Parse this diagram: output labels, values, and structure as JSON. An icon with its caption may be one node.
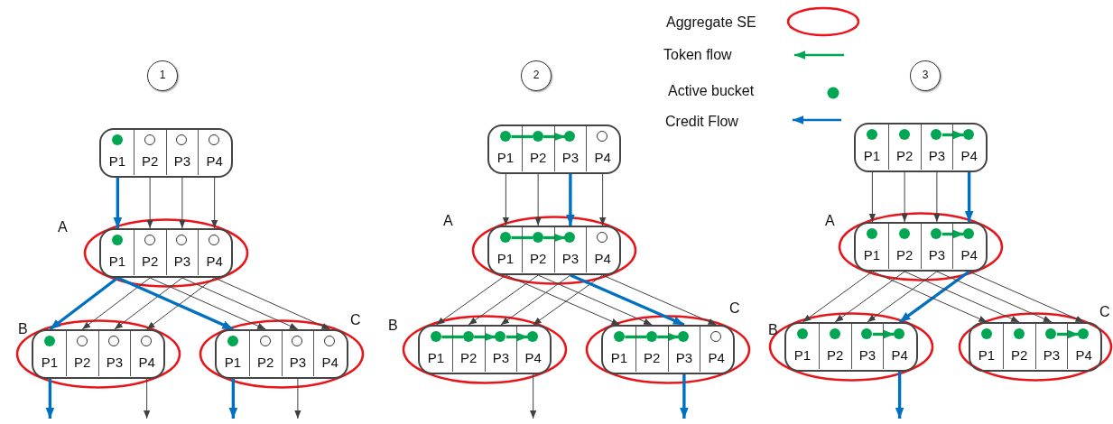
{
  "diagram": {
    "nodes": [
      {
        "text": [
          "1"
        ]
      },
      {
        "text": [],
        "shape": "box"
      },
      {
        "text": [
          "P1"
        ],
        "in": 1
      },
      {
        "text": [
          "P2"
        ],
        "in": 1
      },
      {
        "text": [
          "P3"
        ],
        "in": 1
      },
      {
        "text": [
          "P4"
        ],
        "in": 1
      },
      {
        "text": [],
        "shape": "box",
        "beside": [
          "A"
        ]
      },
      {
        "text": [
          "P1"
        ],
        "in": 6
      },
      {
        "text": [
          "P2"
        ],
        "in": 6
      },
      {
        "text": [
          "P3"
        ],
        "in": 6
      },
      {
        "text": [
          "P4"
        ],
        "in": 6
      },
      {
        "text": [],
        "shape": "box",
        "beside": [
          "B"
        ]
      },
      {
        "text": [
          "P1"
        ],
        "in": 11
      },
      {
        "text": [
          "P2"
        ],
        "in": 11
      },
      {
        "text": [
          "P3"
        ],
        "in": 11
      },
      {
        "text": [
          "P4"
        ],
        "in": 11
      },
      {
        "text": [],
        "shape": "box",
        "beside": [
          "C"
        ]
      },
      {
        "text": [
          "P1"
        ],
        "in": 16
      },
      {
        "text": [
          "P2"
        ],
        "in": 16
      },
      {
        "text": [
          "P3"
        ],
        "in": 16
      },
      {
        "text": [
          "P4"
        ],
        "in": 16
      },
      {
        "text": [],
        "shape": "dot",
        "in": 2
      },
      {
        "text": [],
        "shape": "circle",
        "in": 3
      },
      {
        "text": [],
        "shape": "circle",
        "in": 4
      },
      {
        "text": [],
        "shape": "circle",
        "in": 5
      },
      {
        "text": [],
        "shape": "dot",
        "in": 7
      },
      {
        "text": [],
        "shape": "circle",
        "in": 8
      },
      {
        "text": [],
        "shape": "circle",
        "in": 9
      },
      {
        "text": [],
        "shape": "circle",
        "in": 10
      },
      {
        "text": [],
        "shape": "dot",
        "in": 12
      },
      {
        "text": [],
        "shape": "circle",
        "in": 13
      },
      {
        "text": [],
        "shape": "circle",
        "in": 14
      },
      {
        "text": [],
        "shape": "circle",
        "in": 15
      },
      {
        "text": [],
        "shape": "dot",
        "in": 17
      },
      {
        "text": [],
        "shape": "circle",
        "in": 18
      },
      {
        "text": [],
        "shape": "circle",
        "in": 19
      },
      {
        "text": [],
        "shape": "circle",
        "in": 20
      },
      {
        "text": [
          "2"
        ]
      },
      {
        "text": [],
        "shape": "box"
      },
      {
        "text": [
          "P1"
        ],
        "in": 38
      },
      {
        "text": [
          "P2"
        ],
        "in": 38
      },
      {
        "text": [
          "P3"
        ],
        "in": 38
      },
      {
        "text": [
          "P4"
        ],
        "in": 38
      },
      {
        "text": [],
        "shape": "box",
        "beside": [
          "A"
        ]
      },
      {
        "text": [
          "P1"
        ],
        "in": 43
      },
      {
        "text": [
          "P2"
        ],
        "in": 43
      },
      {
        "text": [
          "P3"
        ],
        "in": 43
      },
      {
        "text": [
          "P4"
        ],
        "in": 43
      },
      {
        "text": [],
        "shape": "box",
        "beside": [
          "B"
        ]
      },
      {
        "text": [
          "P1"
        ],
        "in": 48
      },
      {
        "text": [
          "P2"
        ],
        "in": 48
      },
      {
        "text": [
          "P3"
        ],
        "in": 48
      },
      {
        "text": [
          "P4"
        ],
        "in": 48
      },
      {
        "text": [],
        "shape": "box",
        "beside": [
          "C"
        ]
      },
      {
        "text": [
          "P1"
        ],
        "in": 53
      },
      {
        "text": [
          "P2"
        ],
        "in": 53
      },
      {
        "text": [
          "P3"
        ],
        "in": 53
      },
      {
        "text": [
          "P4"
        ],
        "in": 53
      },
      {
        "text": [],
        "shape": "dot",
        "in": 39
      },
      {
        "text": [],
        "shape": "dot",
        "in": 40
      },
      {
        "text": [],
        "shape": "dot",
        "in": 41
      },
      {
        "text": [],
        "shape": "circle",
        "in": 42
      },
      {
        "text": [],
        "shape": "dot",
        "in": 44
      },
      {
        "text": [],
        "shape": "dot",
        "in": 45
      },
      {
        "text": [],
        "shape": "dot",
        "in": 46
      },
      {
        "text": [],
        "shape": "circle",
        "in": 47
      },
      {
        "text": [],
        "shape": "dot",
        "in": 49
      },
      {
        "text": [],
        "shape": "dot",
        "in": 50
      },
      {
        "text": [],
        "shape": "dot",
        "in": 51
      },
      {
        "text": [],
        "shape": "dot",
        "in": 52
      },
      {
        "text": [],
        "shape": "dot",
        "in": 54
      },
      {
        "text": [],
        "shape": "dot",
        "in": 55
      },
      {
        "text": [],
        "shape": "dot",
        "in": 56
      },
      {
        "text": [],
        "shape": "circle",
        "in": 57
      },
      {
        "text": [
          "3"
        ]
      },
      {
        "text": [],
        "shape": "box"
      },
      {
        "text": [
          "P1"
        ],
        "in": 75
      },
      {
        "text": [
          "P2"
        ],
        "in": 75
      },
      {
        "text": [
          "P3"
        ],
        "in": 75
      },
      {
        "text": [
          "P4"
        ],
        "in": 75
      },
      {
        "text": [],
        "shape": "box",
        "beside": [
          "A"
        ]
      },
      {
        "text": [
          "P1"
        ],
        "in": 80
      },
      {
        "text": [
          "P2"
        ],
        "in": 80
      },
      {
        "text": [
          "P3"
        ],
        "in": 80
      },
      {
        "text": [
          "P4"
        ],
        "in": 80
      },
      {
        "text": [],
        "shape": "box",
        "beside": [
          "B"
        ]
      },
      {
        "text": [
          "P1"
        ],
        "in": 85
      },
      {
        "text": [
          "P2"
        ],
        "in": 85
      },
      {
        "text": [
          "P3"
        ],
        "in": 85
      },
      {
        "text": [
          "P4"
        ],
        "in": 85
      },
      {
        "text": [],
        "shape": "box",
        "beside": [
          "C"
        ]
      },
      {
        "text": [
          "P1"
        ],
        "in": 90
      },
      {
        "text": [
          "P2"
        ],
        "in": 90
      },
      {
        "text": [
          "P3"
        ],
        "in": 90
      },
      {
        "text": [
          "P4"
        ],
        "in": 90
      },
      {
        "text": [],
        "shape": "dot",
        "in": 76
      },
      {
        "text": [],
        "shape": "dot",
        "in": 77
      },
      {
        "text": [],
        "shape": "dot",
        "in": 78
      },
      {
        "text": [],
        "shape": "dot",
        "in": 79
      },
      {
        "text": [],
        "shape": "dot",
        "in": 81
      },
      {
        "text": [],
        "shape": "dot",
        "in": 82
      },
      {
        "text": [],
        "shape": "dot",
        "in": 83
      },
      {
        "text": [],
        "shape": "dot",
        "in": 84
      },
      {
        "text": [],
        "shape": "dot",
        "in": 86
      },
      {
        "text": [],
        "shape": "dot",
        "in": 87
      },
      {
        "text": [],
        "shape": "dot",
        "in": 88
      },
      {
        "text": [],
        "shape": "dot",
        "in": 89
      },
      {
        "text": [],
        "shape": "dot",
        "in": 91
      },
      {
        "text": [],
        "shape": "dot",
        "in": 92
      },
      {
        "text": [],
        "shape": "dot",
        "in": 93
      },
      {
        "text": [],
        "shape": "dot",
        "in": 94
      }
    ],
    "edges": [
      {
        "from": 2,
        "to": 7,
        "arrow": "to",
        "style": "thick",
        "color": "#0070c0"
      },
      {
        "from": 3,
        "to": 8,
        "arrow": "to"
      },
      {
        "from": 4,
        "to": 9,
        "arrow": "to"
      },
      {
        "from": 5,
        "to": 10,
        "arrow": "to"
      },
      {
        "from": 7,
        "to": 12,
        "arrow": "to",
        "style": "thick",
        "color": "#0070c0"
      },
      {
        "from": 8,
        "to": 13,
        "arrow": "to"
      },
      {
        "from": 9,
        "to": 14,
        "arrow": "to"
      },
      {
        "from": 10,
        "to": 15,
        "arrow": "to"
      },
      {
        "from": 7,
        "to": 17,
        "arrow": "to",
        "style": "thick",
        "color": "#0070c0"
      },
      {
        "from": 8,
        "to": 18,
        "arrow": "to"
      },
      {
        "from": 9,
        "to": 19,
        "arrow": "to"
      },
      {
        "from": 10,
        "to": 20,
        "arrow": "to"
      },
      {
        "from": 12,
        "to": null,
        "arrow": "to",
        "style": "thick",
        "color": "#0070c0"
      },
      {
        "from": 15,
        "to": null,
        "arrow": "to"
      },
      {
        "from": 17,
        "to": null,
        "arrow": "to",
        "style": "thick",
        "color": "#0070c0"
      },
      {
        "from": 19,
        "to": null,
        "arrow": "to"
      },
      {
        "from": 39,
        "to": 44,
        "arrow": "to"
      },
      {
        "from": 40,
        "to": 45,
        "arrow": "to"
      },
      {
        "from": 41,
        "to": 46,
        "arrow": "to",
        "style": "thick",
        "color": "#0070c0"
      },
      {
        "from": 42,
        "to": 47,
        "arrow": "to"
      },
      {
        "from": 44,
        "to": 49,
        "arrow": "to"
      },
      {
        "from": 45,
        "to": 50,
        "arrow": "to"
      },
      {
        "from": 46,
        "to": 51,
        "arrow": "to"
      },
      {
        "from": 47,
        "to": 52,
        "arrow": "to"
      },
      {
        "from": 44,
        "to": 54,
        "arrow": "to"
      },
      {
        "from": 45,
        "to": 55,
        "arrow": "to"
      },
      {
        "from": 46,
        "to": 56,
        "arrow": "to",
        "style": "thick",
        "color": "#0070c0"
      },
      {
        "from": 47,
        "to": 57,
        "arrow": "to"
      },
      {
        "from": 52,
        "to": null,
        "arrow": "to"
      },
      {
        "from": 56,
        "to": null,
        "arrow": "to",
        "style": "thick",
        "color": "#0070c0"
      },
      {
        "from": 58,
        "to": 59,
        "arrow": "none",
        "style": "thick",
        "color": "#00a651"
      },
      {
        "from": 59,
        "to": 60,
        "arrow": "to",
        "style": "thick",
        "color": "#00a651"
      },
      {
        "from": 62,
        "to": 63,
        "arrow": "none",
        "style": "thick",
        "color": "#00a651"
      },
      {
        "from": 63,
        "to": 64,
        "arrow": "to",
        "style": "thick",
        "color": "#00a651"
      },
      {
        "from": 66,
        "to": 67,
        "arrow": "none",
        "style": "thick",
        "color": "#00a651"
      },
      {
        "from": 67,
        "to": 68,
        "arrow": "to",
        "style": "thick",
        "color": "#00a651"
      },
      {
        "from": 68,
        "to": 69,
        "arrow": "to",
        "style": "thick",
        "color": "#00a651"
      },
      {
        "from": 70,
        "to": 71,
        "arrow": "none",
        "style": "thick",
        "color": "#00a651"
      },
      {
        "from": 71,
        "to": 72,
        "arrow": "to",
        "style": "thick",
        "color": "#00a651"
      },
      {
        "from": 76,
        "to": 81,
        "arrow": "to"
      },
      {
        "from": 77,
        "to": 82,
        "arrow": "to"
      },
      {
        "from": 78,
        "to": 83,
        "arrow": "to"
      },
      {
        "from": 79,
        "to": 84,
        "arrow": "to",
        "style": "thick",
        "color": "#0070c0"
      },
      {
        "from": 81,
        "to": 86,
        "arrow": "to"
      },
      {
        "from": 82,
        "to": 87,
        "arrow": "to"
      },
      {
        "from": 83,
        "to": 88,
        "arrow": "to"
      },
      {
        "from": 84,
        "to": 89,
        "arrow": "to",
        "style": "thick",
        "color": "#0070c0"
      },
      {
        "from": 81,
        "to": 91,
        "arrow": "to"
      },
      {
        "from": 82,
        "to": 92,
        "arrow": "to"
      },
      {
        "from": 83,
        "to": 93,
        "arrow": "to"
      },
      {
        "from": 84,
        "to": 94,
        "arrow": "to"
      },
      {
        "from": 89,
        "to": null,
        "arrow": "to",
        "style": "thick",
        "color": "#0070c0"
      },
      {
        "from": 97,
        "to": 98,
        "arrow": "to",
        "style": "thick",
        "color": "#00a651"
      },
      {
        "from": 101,
        "to": 102,
        "arrow": "to",
        "style": "thick",
        "color": "#00a651"
      },
      {
        "from": 105,
        "to": 106,
        "arrow": "to",
        "style": "thick",
        "color": "#00a651"
      },
      {
        "from": 109,
        "to": 110,
        "arrow": "to",
        "style": "thick",
        "color": "#00a651"
      }
    ],
    "legend": [
      {
        "text": "Aggregate SE"
      },
      {
        "text": "Token flow"
      },
      {
        "text": "Active bucket",
        "color": "#00a651"
      },
      {
        "text": "Credit Flow"
      }
    ]
  }
}
